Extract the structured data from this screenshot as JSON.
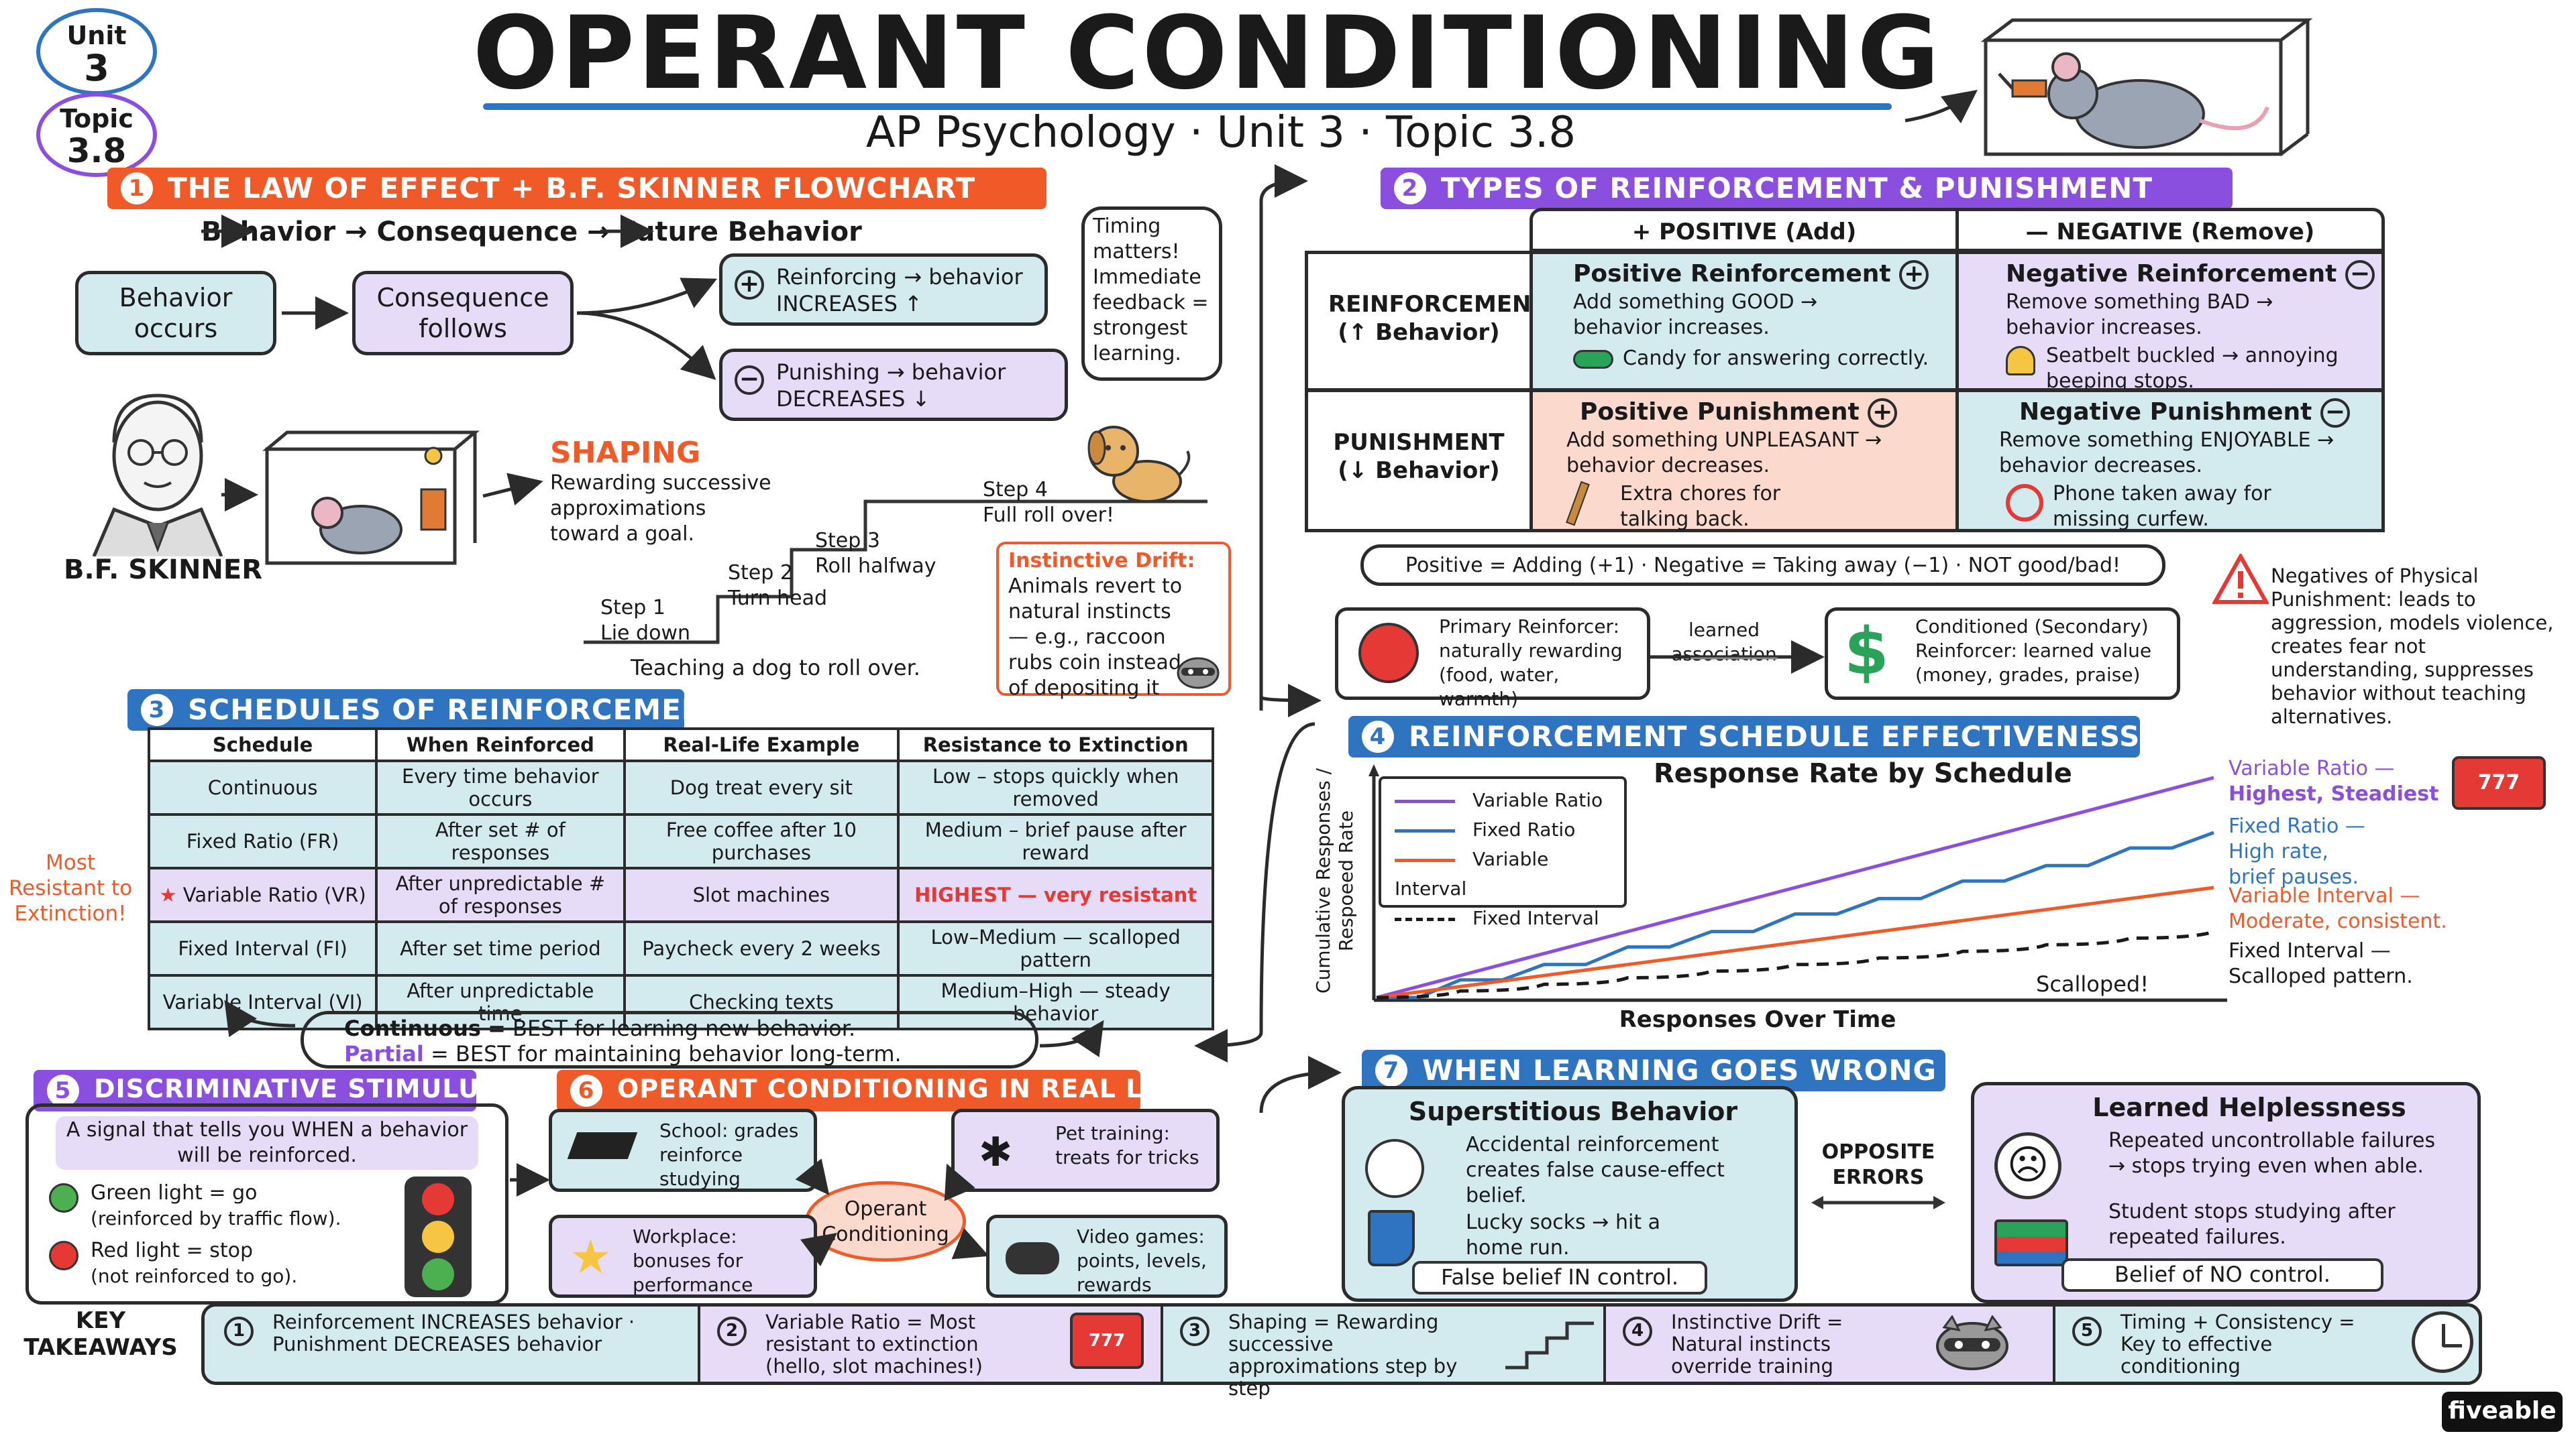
{
  "header": {
    "unit_label": "Unit",
    "unit_num": "3",
    "topic_label": "Topic",
    "topic_num": "3.8",
    "title": "OPERANT CONDITIONING",
    "subtitle": "AP Psychology · Unit 3 · Topic 3.8"
  },
  "s1": {
    "num": "1",
    "title": "THE LAW OF EFFECT + B.F. SKINNER FLOWCHART",
    "flow_heading": "Behavior → Consequence → Future Behavior",
    "behavior_box": "Behavior occurs",
    "consequence_box": "Consequence follows",
    "reinforcing": "Reinforcing → behavior INCREASES ↑",
    "punishing": "Punishing → behavior DECREASES ↓",
    "timing": "Timing matters! Immediate feedback = strongest learning.",
    "skinner_label": "B.F. SKINNER",
    "shaping_title": "SHAPING",
    "shaping_desc": "Rewarding successive approximations toward a goal.",
    "steps": [
      {
        "num": "Step 1",
        "text": "Lie down"
      },
      {
        "num": "Step 2",
        "text": "Turn head"
      },
      {
        "num": "Step 3",
        "text": "Roll halfway"
      },
      {
        "num": "Step 4",
        "text": "Full roll over!"
      }
    ],
    "steps_caption": "Teaching a dog to roll over.",
    "drift_title": "Instinctive Drift:",
    "drift_text": "Animals revert to natural instincts — e.g., raccoon rubs coin instead of depositing it"
  },
  "s2": {
    "num": "2",
    "title": "TYPES OF REINFORCEMENT & PUNISHMENT",
    "col_pos": "+ POSITIVE (Add)",
    "col_neg": "— NEGATIVE (Remove)",
    "row_reinf": "REINFORCEMENT (↑ Behavior)",
    "row_pun": "PUNISHMENT (↓ Behavior)",
    "pr_title": "Positive Reinforcement",
    "pr_desc": "Add something GOOD → behavior increases.",
    "pr_ex": "Candy for answering correctly.",
    "nr_title": "Negative Reinforcement",
    "nr_desc": "Remove something BAD → behavior increases.",
    "nr_ex": "Seatbelt buckled → annoying beeping stops.",
    "pp_title": "Positive Punishment",
    "pp_desc": "Add something UNPLEASANT → behavior decreases.",
    "pp_ex": "Extra chores for talking back.",
    "np_title": "Negative Punishment",
    "np_desc": "Remove something ENJOYABLE → behavior decreases.",
    "np_ex": "Phone taken away for missing curfew.",
    "note": "Positive = Adding (+1) · Negative = Taking away (−1) · NOT good/bad!",
    "primary": "Primary Reinforcer: naturally rewarding (food, water, warmth)",
    "learned": "learned association",
    "conditioned": "Conditioned (Secondary) Reinforcer: learned value (money, grades, praise)",
    "warning": "Negatives of Physical Punishment: leads to aggression, models violence, creates fear not understanding, suppresses behavior without teaching alternatives."
  },
  "s3": {
    "num": "3",
    "title": "SCHEDULES OF REINFORCEMENT",
    "headers": [
      "Schedule",
      "When Reinforced",
      "Real-Life Example",
      "Resistance to Extinction"
    ],
    "rows": [
      [
        "Continuous",
        "Every time behavior occurs",
        "Dog treat every sit",
        "Low – stops quickly when removed"
      ],
      [
        "Fixed Ratio (FR)",
        "After set # of responses",
        "Free coffee after 10 purchases",
        "Medium – brief pause after reward"
      ],
      [
        "Variable Ratio (VR)",
        "After unpredictable # of responses",
        "Slot machines",
        "HIGHEST — very resistant"
      ],
      [
        "Fixed Interval (FI)",
        "After set time period",
        "Paycheck every 2 weeks",
        "Low–Medium — scalloped pattern"
      ],
      [
        "Variable Interval (VI)",
        "After unpredictable time",
        "Checking texts",
        "Medium–High — steady behavior"
      ]
    ],
    "side_note": "Most Resistant to Extinction!",
    "footer_1_a": "Continuous",
    "footer_1_b": "= BEST for learning new behavior.",
    "footer_2_a": "Partial",
    "footer_2_b": "= BEST for maintaining behavior long-term."
  },
  "s4": {
    "num": "4",
    "title": "REINFORCEMENT SCHEDULE EFFECTIVENESS GRAPH",
    "graph_title": "Response Rate by Schedule",
    "ylabel": "Cumulative Responses / Respoeed Rate",
    "xlabel": "Responses Over Time",
    "legend": [
      "Variable Ratio",
      "Fixed Ratio",
      "Variable Interval",
      "Fixed Interval"
    ],
    "labels": [
      {
        "a": "Variable Ratio —",
        "b": "Highest, Steadiest"
      },
      {
        "a": "Fixed Ratio —",
        "b": "High rate,",
        "c": "brief pauses."
      },
      {
        "a": "Variable Interval —",
        "b": "Moderate, consistent."
      },
      {
        "a": "Fixed Interval —",
        "b": "Scalloped pattern."
      }
    ],
    "scalloped": "Scalloped!",
    "colors": {
      "vr": "#8b4fe0",
      "fr": "#2f74c0",
      "vi": "#f05a28",
      "fi": "#1a1a1a"
    }
  },
  "chart_data": {
    "type": "line",
    "title": "Response Rate by Schedule",
    "xlabel": "Responses Over Time",
    "ylabel": "Cumulative Responses / Respoeed Rate",
    "series": [
      {
        "name": "Variable Ratio",
        "values": [
          0,
          10,
          20,
          30,
          40,
          50,
          60,
          70,
          80,
          90,
          100
        ]
      },
      {
        "name": "Fixed Ratio",
        "values": [
          0,
          8,
          15,
          23,
          30,
          38,
          45,
          53,
          60,
          68,
          75
        ]
      },
      {
        "name": "Variable Interval",
        "values": [
          0,
          5,
          10,
          15,
          20,
          25,
          30,
          35,
          40,
          45,
          50
        ]
      },
      {
        "name": "Fixed Interval",
        "values": [
          0,
          3,
          6,
          9,
          12,
          15,
          18,
          21,
          24,
          27,
          30
        ]
      }
    ],
    "grid": false,
    "legend": "top-left"
  },
  "s5": {
    "num": "5",
    "title": "DISCRIMINATIVE STIMULUS",
    "definition": "A signal that tells you WHEN a behavior will be reinforced.",
    "green": "Green light = go",
    "green_sub": "(reinforced by traffic flow).",
    "red": "Red light = stop",
    "red_sub": "(not reinforced to go)."
  },
  "s6": {
    "num": "6",
    "title": "OPERANT CONDITIONING IN REAL LIFE",
    "center": "Operant Conditioning",
    "school": "School: grades reinforce studying",
    "pet": "Pet training: treats for tricks",
    "work": "Workplace: bonuses for performance",
    "games": "Video games: points, levels, rewards"
  },
  "s7": {
    "num": "7",
    "title": "WHEN LEARNING GOES WRONG",
    "sup_title": "Superstitious Behavior",
    "sup_desc": "Accidental reinforcement creates false cause-effect belief.",
    "sup_ex": "Lucky socks → hit a home run.",
    "sup_foot": "False belief IN control.",
    "opposite": "OPPOSITE ERRORS",
    "lh_title": "Learned Helplessness",
    "lh_desc": "Repeated uncontrollable failures → stops trying even when able.",
    "lh_ex": "Student stops studying after repeated failures.",
    "lh_foot": "Belief of NO control."
  },
  "takeaways": {
    "label": "KEY TAKEAWAYS",
    "items": [
      {
        "n": "1",
        "text": "Reinforcement INCREASES behavior · Punishment DECREASES behavior"
      },
      {
        "n": "2",
        "text": "Variable Ratio = Most resistant to extinction (hello, slot machines!)"
      },
      {
        "n": "3",
        "text": "Shaping = Rewarding successive approximations step by step"
      },
      {
        "n": "4",
        "text": "Instinctive Drift = Natural instincts override training"
      },
      {
        "n": "5",
        "text": "Timing + Consistency = Key to effective conditioning"
      }
    ]
  },
  "brand": "fiveable"
}
